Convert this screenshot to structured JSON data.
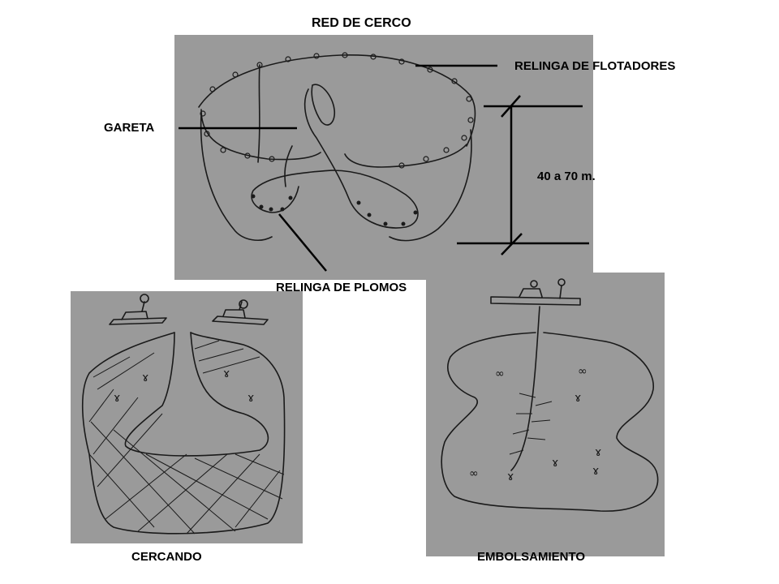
{
  "title": "RED  DE  CERCO",
  "labels": {
    "float_line": "RELINGA DE FLOTADORES",
    "purse_line": "GARETA",
    "depth": "40 a 70 m.",
    "lead_line": "RELINGA DE PLOMOS",
    "encircling": "CERCANDO",
    "pursing": "EMBOLSAMIENTO"
  },
  "colors": {
    "panel": "#9a9a9a",
    "ink": "#1a1a1a",
    "background": "#ffffff"
  }
}
